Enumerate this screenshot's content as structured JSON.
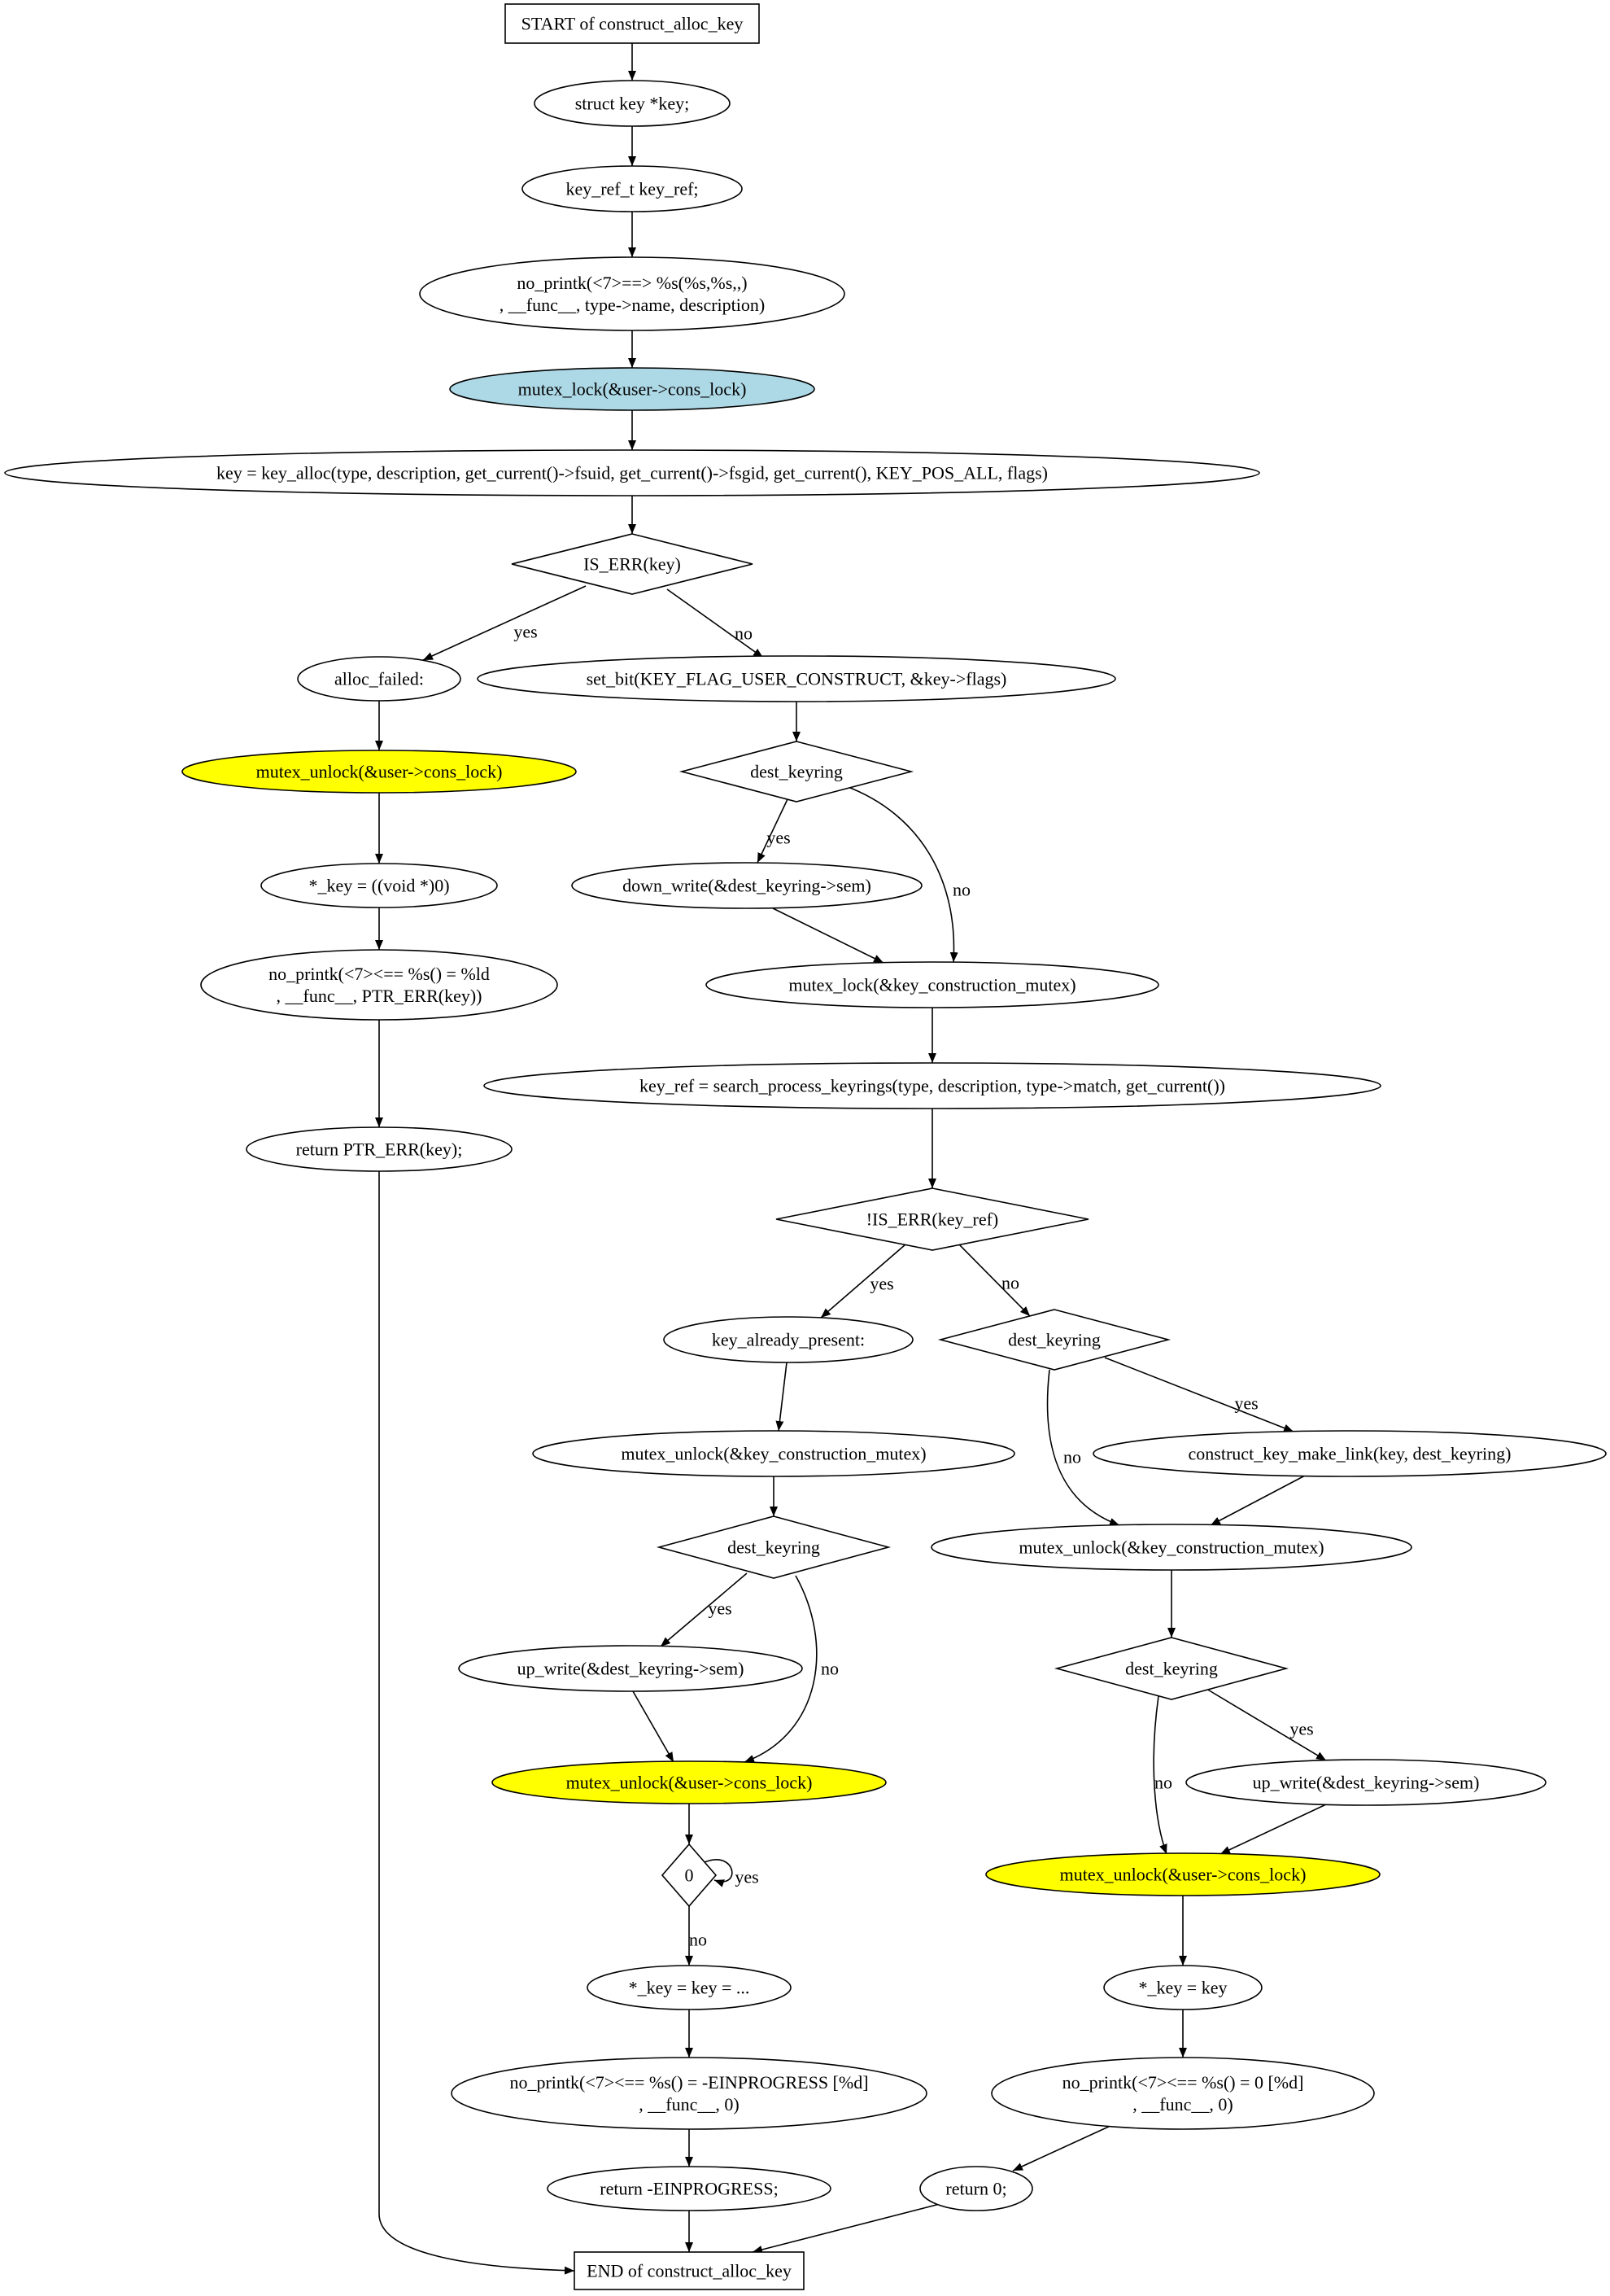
{
  "colors": {
    "default_fill": "#ffffff",
    "lock_fill": "#add8e6",
    "unlock_fill": "#ffff00",
    "stroke": "#000000"
  },
  "nodes": [
    {
      "id": "start",
      "shape": "box",
      "lines": [
        "START of construct_alloc_key"
      ]
    },
    {
      "id": "n_key_decl",
      "shape": "ellipse",
      "lines": [
        "struct key *key;"
      ]
    },
    {
      "id": "n_keyref_decl",
      "shape": "ellipse",
      "lines": [
        "key_ref_t key_ref;"
      ]
    },
    {
      "id": "n_printk_enter",
      "shape": "ellipse",
      "lines": [
        "no_printk(<7>==> %s(%s,%s,,)",
        ", __func__, type->name, description)"
      ]
    },
    {
      "id": "n_mutex_lock_cons",
      "shape": "ellipse",
      "fill": "lock",
      "lines": [
        "mutex_lock(&user->cons_lock)"
      ]
    },
    {
      "id": "n_key_alloc",
      "shape": "ellipse",
      "lines": [
        "key = key_alloc(type, description, get_current()->fsuid, get_current()->fsgid, get_current(), KEY_POS_ALL, flags)"
      ]
    },
    {
      "id": "d_is_err_key",
      "shape": "diamond",
      "lines": [
        "IS_ERR(key)"
      ]
    },
    {
      "id": "n_alloc_failed",
      "shape": "ellipse",
      "lines": [
        "alloc_failed:"
      ]
    },
    {
      "id": "n_set_bit",
      "shape": "ellipse",
      "lines": [
        "set_bit(KEY_FLAG_USER_CONSTRUCT, &key->flags)"
      ]
    },
    {
      "id": "n_unlock_fail",
      "shape": "ellipse",
      "fill": "unlock",
      "lines": [
        "mutex_unlock(&user->cons_lock)"
      ]
    },
    {
      "id": "d_dest1",
      "shape": "diamond",
      "lines": [
        "dest_keyring"
      ]
    },
    {
      "id": "n_key_null",
      "shape": "ellipse",
      "lines": [
        "*_key = ((void *)0)"
      ]
    },
    {
      "id": "n_down_write",
      "shape": "ellipse",
      "lines": [
        "down_write(&dest_keyring->sem)"
      ]
    },
    {
      "id": "n_lock_kcm",
      "shape": "ellipse",
      "lines": [
        "mutex_lock(&key_construction_mutex)"
      ]
    },
    {
      "id": "n_printk_err",
      "shape": "ellipse",
      "lines": [
        "no_printk(<7><== %s() = %ld",
        ", __func__, PTR_ERR(key))"
      ]
    },
    {
      "id": "n_search",
      "shape": "ellipse",
      "lines": [
        "key_ref = search_process_keyrings(type, description, type->match, get_current())"
      ]
    },
    {
      "id": "n_return_err",
      "shape": "ellipse",
      "lines": [
        "return PTR_ERR(key);"
      ]
    },
    {
      "id": "d_not_is_err_ref",
      "shape": "diamond",
      "lines": [
        "!IS_ERR(key_ref)"
      ]
    },
    {
      "id": "n_already_present",
      "shape": "ellipse",
      "lines": [
        "key_already_present:"
      ]
    },
    {
      "id": "d_dest2",
      "shape": "diamond",
      "lines": [
        "dest_keyring"
      ]
    },
    {
      "id": "n_unlock_kcm_a",
      "shape": "ellipse",
      "lines": [
        "mutex_unlock(&key_construction_mutex)"
      ]
    },
    {
      "id": "n_make_link",
      "shape": "ellipse",
      "lines": [
        "construct_key_make_link(key, dest_keyring)"
      ]
    },
    {
      "id": "d_dest3",
      "shape": "diamond",
      "lines": [
        "dest_keyring"
      ]
    },
    {
      "id": "n_unlock_kcm_b",
      "shape": "ellipse",
      "lines": [
        "mutex_unlock(&key_construction_mutex)"
      ]
    },
    {
      "id": "n_up_write_a",
      "shape": "ellipse",
      "lines": [
        "up_write(&dest_keyring->sem)"
      ]
    },
    {
      "id": "d_dest4",
      "shape": "diamond",
      "lines": [
        "dest_keyring"
      ]
    },
    {
      "id": "n_unlock_cons_a",
      "shape": "ellipse",
      "fill": "unlock",
      "lines": [
        "mutex_unlock(&user->cons_lock)"
      ]
    },
    {
      "id": "n_up_write_b",
      "shape": "ellipse",
      "lines": [
        "up_write(&dest_keyring->sem)"
      ]
    },
    {
      "id": "d_zero",
      "shape": "diamond",
      "lines": [
        "0"
      ]
    },
    {
      "id": "n_unlock_cons_b",
      "shape": "ellipse",
      "fill": "unlock",
      "lines": [
        "mutex_unlock(&user->cons_lock)"
      ]
    },
    {
      "id": "n_key_assign_a",
      "shape": "ellipse",
      "lines": [
        "*_key = key = ..."
      ]
    },
    {
      "id": "n_key_assign_b",
      "shape": "ellipse",
      "lines": [
        "*_key = key"
      ]
    },
    {
      "id": "n_printk_inprog",
      "shape": "ellipse",
      "lines": [
        "no_printk(<7><== %s() = -EINPROGRESS [%d]",
        ", __func__, 0)"
      ]
    },
    {
      "id": "n_printk_ok",
      "shape": "ellipse",
      "lines": [
        "no_printk(<7><== %s() = 0 [%d]",
        ", __func__, 0)"
      ]
    },
    {
      "id": "n_return_inprog",
      "shape": "ellipse",
      "lines": [
        "return -EINPROGRESS;"
      ]
    },
    {
      "id": "n_return_zero",
      "shape": "ellipse",
      "lines": [
        "return 0;"
      ]
    },
    {
      "id": "end",
      "shape": "box",
      "lines": [
        "END of construct_alloc_key"
      ]
    }
  ],
  "edges": [
    {
      "from": "start",
      "to": "n_key_decl",
      "label": ""
    },
    {
      "from": "n_key_decl",
      "to": "n_keyref_decl",
      "label": ""
    },
    {
      "from": "n_keyref_decl",
      "to": "n_printk_enter",
      "label": ""
    },
    {
      "from": "n_printk_enter",
      "to": "n_mutex_lock_cons",
      "label": ""
    },
    {
      "from": "n_mutex_lock_cons",
      "to": "n_key_alloc",
      "label": ""
    },
    {
      "from": "n_key_alloc",
      "to": "d_is_err_key",
      "label": ""
    },
    {
      "from": "d_is_err_key",
      "to": "n_alloc_failed",
      "label": "yes"
    },
    {
      "from": "d_is_err_key",
      "to": "n_set_bit",
      "label": "no"
    },
    {
      "from": "n_alloc_failed",
      "to": "n_unlock_fail",
      "label": ""
    },
    {
      "from": "n_unlock_fail",
      "to": "n_key_null",
      "label": ""
    },
    {
      "from": "n_key_null",
      "to": "n_printk_err",
      "label": ""
    },
    {
      "from": "n_printk_err",
      "to": "n_return_err",
      "label": ""
    },
    {
      "from": "n_return_err",
      "to": "end",
      "label": ""
    },
    {
      "from": "n_set_bit",
      "to": "d_dest1",
      "label": ""
    },
    {
      "from": "d_dest1",
      "to": "n_down_write",
      "label": "yes"
    },
    {
      "from": "d_dest1",
      "to": "n_lock_kcm",
      "label": "no"
    },
    {
      "from": "n_down_write",
      "to": "n_lock_kcm",
      "label": ""
    },
    {
      "from": "n_lock_kcm",
      "to": "n_search",
      "label": ""
    },
    {
      "from": "n_search",
      "to": "d_not_is_err_ref",
      "label": ""
    },
    {
      "from": "d_not_is_err_ref",
      "to": "n_already_present",
      "label": "yes"
    },
    {
      "from": "d_not_is_err_ref",
      "to": "d_dest2",
      "label": "no"
    },
    {
      "from": "n_already_present",
      "to": "n_unlock_kcm_a",
      "label": ""
    },
    {
      "from": "d_dest2",
      "to": "n_make_link",
      "label": "yes"
    },
    {
      "from": "d_dest2",
      "to": "n_unlock_kcm_b",
      "label": "no"
    },
    {
      "from": "n_make_link",
      "to": "n_unlock_kcm_b",
      "label": ""
    },
    {
      "from": "n_unlock_kcm_a",
      "to": "d_dest3",
      "label": ""
    },
    {
      "from": "n_unlock_kcm_b",
      "to": "d_dest4",
      "label": ""
    },
    {
      "from": "d_dest3",
      "to": "n_up_write_a",
      "label": "yes"
    },
    {
      "from": "d_dest3",
      "to": "n_unlock_cons_a",
      "label": "no"
    },
    {
      "from": "n_up_write_a",
      "to": "n_unlock_cons_a",
      "label": ""
    },
    {
      "from": "d_dest4",
      "to": "n_up_write_b",
      "label": "yes"
    },
    {
      "from": "d_dest4",
      "to": "n_unlock_cons_b",
      "label": "no"
    },
    {
      "from": "n_up_write_b",
      "to": "n_unlock_cons_b",
      "label": ""
    },
    {
      "from": "n_unlock_cons_a",
      "to": "d_zero",
      "label": ""
    },
    {
      "from": "d_zero",
      "to": "d_zero",
      "label": "yes"
    },
    {
      "from": "d_zero",
      "to": "n_key_assign_a",
      "label": "no"
    },
    {
      "from": "n_unlock_cons_b",
      "to": "n_key_assign_b",
      "label": ""
    },
    {
      "from": "n_key_assign_a",
      "to": "n_printk_inprog",
      "label": ""
    },
    {
      "from": "n_key_assign_b",
      "to": "n_printk_ok",
      "label": ""
    },
    {
      "from": "n_printk_inprog",
      "to": "n_return_inprog",
      "label": ""
    },
    {
      "from": "n_printk_ok",
      "to": "n_return_zero",
      "label": ""
    },
    {
      "from": "n_return_inprog",
      "to": "end",
      "label": ""
    },
    {
      "from": "n_return_zero",
      "to": "end",
      "label": ""
    }
  ]
}
